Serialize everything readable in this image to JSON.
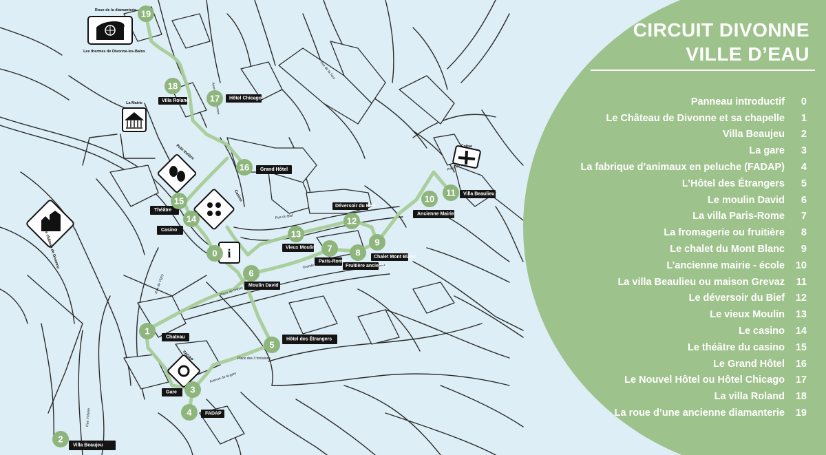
{
  "title": {
    "line1": "CIRCUIT DIVONNE",
    "line2": "VILLE D’EAU"
  },
  "legend": [
    {
      "label": "Panneau introductif",
      "num": "0"
    },
    {
      "label": "Le Château de Divonne et sa chapelle",
      "num": "1"
    },
    {
      "label": "Villa Beaujeu",
      "num": "2"
    },
    {
      "label": "La gare",
      "num": "3"
    },
    {
      "label": "La fabrique d’animaux en peluche (FADAP)",
      "num": "4"
    },
    {
      "label": "L’Hôtel des Étrangers",
      "num": "5"
    },
    {
      "label": "Le moulin David",
      "num": "6"
    },
    {
      "label": "La villa Paris-Rome",
      "num": "7"
    },
    {
      "label": "La fromagerie ou fruitière",
      "num": "8"
    },
    {
      "label": "Le chalet du Mont Blanc",
      "num": "9"
    },
    {
      "label": "L’ancienne mairie - école",
      "num": "10"
    },
    {
      "label": "La villa Beaulieu ou maison Grevaz",
      "num": "11"
    },
    {
      "label": "Le déversoir du Bief",
      "num": "12"
    },
    {
      "label": "Le vieux Moulin",
      "num": "13"
    },
    {
      "label": "Le casino",
      "num": "14"
    },
    {
      "label": "Le théâtre du casino",
      "num": "15"
    },
    {
      "label": "Le Grand Hôtel",
      "num": "16"
    },
    {
      "label": "Le Nouvel Hôtel ou Hôtel Chicago",
      "num": "17"
    },
    {
      "label": "La villa Roland",
      "num": "18"
    },
    {
      "label": "La roue d’une ancienne diamanterie",
      "num": "19"
    }
  ],
  "markers": {
    "m0": "0",
    "m1": "1",
    "m2": "2",
    "m3": "3",
    "m4": "4",
    "m5": "5",
    "m6": "6",
    "m7": "7",
    "m8": "8",
    "m9": "9",
    "m10": "10",
    "m11": "11",
    "m12": "12",
    "m13": "13",
    "m14": "14",
    "m15": "15",
    "m16": "16",
    "m17": "17",
    "m18": "18",
    "m19": "19"
  },
  "labels": {
    "villa_beaujeu": "Villa Beaujeu",
    "chateau": "Chateau",
    "gare": "Gare",
    "fadap": "FADAP",
    "hotel_etrangers": "Hôtel des Étrangers",
    "moulin_david": "Moulin David",
    "paris_rome": "Paris-Rome",
    "fruitiere": "Fruitière ancienne",
    "chalet": "Chalet Mont Blanc",
    "vieux_moulin": "Vieux Moulin",
    "deversoir": "Déversoir du Bief",
    "ancienne_mairie": "Ancienne Mairie",
    "villa_beaulieu": "Villa Beaulieu",
    "casino": "Casino",
    "theatre": "Théâtre",
    "grand_hotel": "Grand Hôtel",
    "hotel_chicago": "Hôtel Chicago",
    "villa_roland": "Villa Roland"
  },
  "pois": {
    "roue_caption": "Roue de la diamanterie",
    "thermes_caption": "Les thermes de Divonne-les-Bains",
    "mairie_caption": "La Mairie",
    "chateau_caption": "Le château de Divonne",
    "eglise_caption": "Église",
    "fadap_caption": "FADAP",
    "casino_caption": "Casino",
    "theatre_caption": "Petit théâtre",
    "info_letter": "i"
  },
  "streets": {
    "rue_vigny": "Rue de Vigny",
    "rue_voltaire": "Rue Voltaire",
    "avenue_gare": "Avenue de la gare",
    "avenue_thermes": "Avenue des Thermes",
    "place_eglise": "Place de l’église",
    "grande_rue": "Grande Rue",
    "place_hotel": "Place de l’Hôtel",
    "place_fontaines": "Place des 3 fontaines",
    "rue_bief": "Rue du Bief",
    "rue_tour": "Rue de la Tour"
  }
}
